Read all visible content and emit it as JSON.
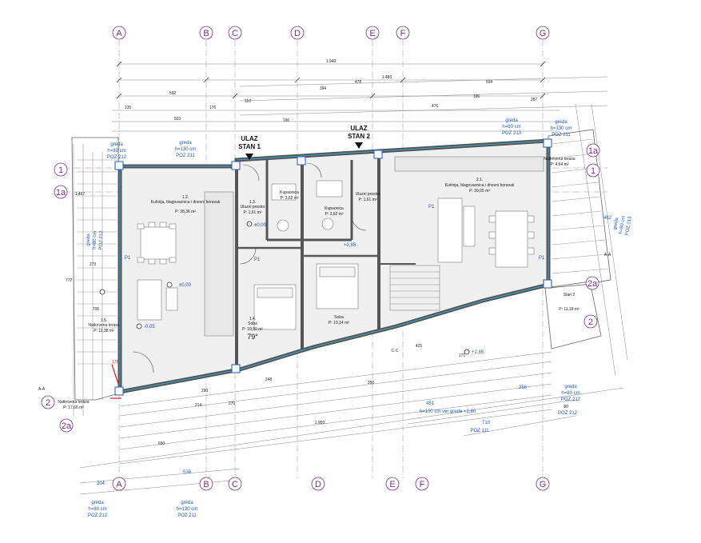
{
  "colors": {
    "grid": "#7b2f86",
    "wall": "#6b6b6b",
    "wall_dark": "#333333",
    "blue": "#1e5bbf",
    "cyan": "#3aa9d8",
    "room_fill": "#f0f0f0",
    "dim": "#777777",
    "red": "#d42020",
    "furniture": "#bcbcbc"
  },
  "grid_axes": {
    "columns_top": [
      "A",
      "B",
      "C",
      "D",
      "E",
      "F",
      "G"
    ],
    "columns_bottom": [
      "A",
      "B",
      "C",
      "D",
      "E",
      "F",
      "G"
    ],
    "rows_left": [
      "1",
      "1a",
      "2",
      "2a"
    ],
    "rows_right": [
      "1a",
      "1",
      "2a",
      "2"
    ]
  },
  "entrances": [
    {
      "line1": "ULAZ",
      "line2": "STAN 1"
    },
    {
      "line1": "ULAZ",
      "line2": "STAN 2"
    }
  ],
  "rooms": [
    {
      "number": "1.2.",
      "name": "Kuhinja, blagovaonica i dnevni boravak",
      "area": "P: 38,36 m²"
    },
    {
      "number": "1.3.",
      "name": "Ulazni prostor",
      "area": "P: 1,61 m²"
    },
    {
      "number": "1.4.",
      "name": "Soba",
      "area": "P: 10,90 m²"
    },
    {
      "number": "1.5.",
      "name": "Natkrivena terasa",
      "area": "P: 11,38 m²"
    },
    {
      "number": "",
      "name": "Kupaonica",
      "area": "P: 3,62 m²"
    },
    {
      "number": "",
      "name": "Kupaonica",
      "area": "P: 3,62 m²"
    },
    {
      "number": "",
      "name": "Ulazni prostor",
      "area": "P: 1,61 m²"
    },
    {
      "number": "",
      "name": "Soba",
      "area": "P: 10,14 m²"
    },
    {
      "number": "2.1.",
      "name": "Kuhinja, blagovaonica i dnevni boravak",
      "area": "P: 39,05 m²"
    },
    {
      "number": "",
      "name": "Natkrivena terasa",
      "area": "P: 4,64 m²"
    },
    {
      "number": "",
      "name": "Stan 2",
      "area": "P: 11,18 m²"
    },
    {
      "number": "",
      "name": "Natkrivena terasa",
      "area": "P: 17,66 m²"
    }
  ],
  "beams": [
    {
      "line1": "greda",
      "line2": "h=80 cm",
      "line3": "POZ 212"
    },
    {
      "line1": "greda",
      "line2": "h=130 cm",
      "line3": "POZ 211"
    },
    {
      "line1": "greda",
      "line2": "h=130 cm",
      "line3": "POZ 211"
    },
    {
      "line1": "greda",
      "line2": "h=80 cm",
      "line3": "POZ 212"
    },
    {
      "line1": "greda",
      "line2": "h=80 cm",
      "line3": "POZ 213"
    },
    {
      "line1": "greda",
      "line2": "h=80 cm",
      "line3": "POZ 212"
    },
    {
      "line1": "greda",
      "line2": "h=130 cm",
      "line3": "POZ 211"
    },
    {
      "line1": "greda",
      "line2": "h=80 cm",
      "line3": "POZ 212"
    },
    {
      "line1": "greda",
      "line2": "h=80 cm",
      "line3": "POZ 213"
    }
  ],
  "dimensions": {
    "top": [
      "1.940",
      "1.480",
      "592",
      "594",
      "135",
      "176",
      "503",
      "476",
      "287",
      "110",
      "394",
      "196",
      "478",
      "190"
    ],
    "bottom": [
      "451",
      "256",
      "710",
      "1.950",
      "650",
      "204",
      "538",
      "214",
      "248",
      "425",
      "171",
      "290",
      "270",
      "350"
    ],
    "left": [
      "772",
      "1.467",
      "273",
      "706"
    ],
    "right": [
      "462",
      "80"
    ]
  },
  "annotations": {
    "bottom_beam_note": "h=100 cm ver grede +2,60",
    "bottom_beam_poz": "POZ 111",
    "right_beam_poz": "POZ 212",
    "marker": "79°",
    "section_left": "A-A",
    "section_right": "A-A",
    "section_vertical": "C-C",
    "levels": [
      "±0,00",
      "±0,00",
      "-0,05",
      "+2,85",
      "+2,85"
    ],
    "wall_labels": [
      "P1",
      "P1",
      "P1",
      "P1"
    ],
    "red_mark": "178"
  }
}
